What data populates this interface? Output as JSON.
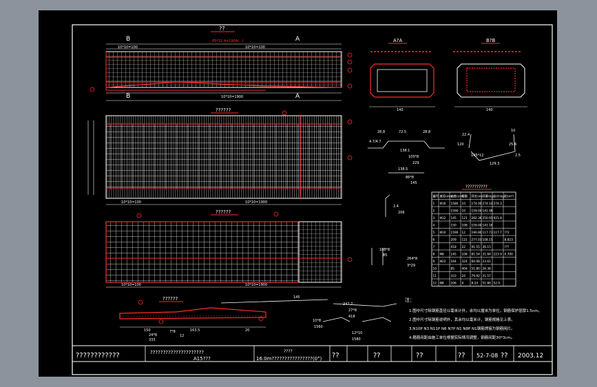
{
  "colors": {
    "background": "#8c939d",
    "sheet": "#000000",
    "line": "#ffffff",
    "rebar": "#ff2d2d",
    "frame": "#ffffff"
  },
  "elevation": {
    "title": "??",
    "section_mark_b": "B",
    "section_mark_a": "A",
    "top_dim_text": "85*22.4=1904(...)",
    "left_dim": "10*10=100",
    "right_dim": "10*10=100",
    "bottom_dim": "10*10=1900"
  },
  "plan": {
    "title": "??????",
    "left_dim": "10*10=100",
    "right_dim": "10*10=1900"
  },
  "bottom_plan": {
    "title": "??????",
    "left_dim": "10*10=100",
    "right_dim": "10*10=1900"
  },
  "detail": {
    "title": "??????",
    "dims": [
      "150",
      "24*8",
      "333",
      "7*8",
      "163.5",
      "20",
      "12"
    ]
  },
  "section_aa": {
    "title": "A?A",
    "width": "140"
  },
  "section_bb": {
    "title": "B?B",
    "width": "140"
  },
  "bar_shapes": [
    {
      "label": "28.8"
    },
    {
      "label": "72.5"
    },
    {
      "label": "28.8"
    },
    {
      "label": "4.7/4.7"
    },
    {
      "label": "138.1"
    },
    {
      "label": "105*8"
    },
    {
      "label": "229"
    },
    {
      "label": "138.5"
    },
    {
      "label": "86*8"
    },
    {
      "label": "145"
    },
    {
      "label": "22.4"
    },
    {
      "label": "10"
    },
    {
      "label": "120"
    },
    {
      "label": "25.6"
    },
    {
      "label": "2.5"
    },
    {
      "label": "129.3"
    },
    {
      "label": "105*12"
    },
    {
      "label": "2.4"
    },
    {
      "label": "206"
    },
    {
      "label": "108*8"
    },
    {
      "label": "85"
    },
    {
      "label": "264*8"
    },
    {
      "label": "3*29"
    },
    {
      "label": "145"
    },
    {
      "label": "247.7"
    },
    {
      "label": "27*8"
    },
    {
      "label": "418"
    },
    {
      "label": "10*8"
    },
    {
      "label": "1560"
    },
    {
      "label": "12*10"
    },
    {
      "label": "1580"
    }
  ],
  "table": {
    "title": "??????????",
    "headers": [
      "编号",
      "直径(mm)",
      "长度(cm)",
      "根数",
      "共长(m)",
      "共重(kg)",
      "合计(kg)",
      "砼(m³)"
    ],
    "rows": [
      [
        "1",
        "Φ16",
        "1580",
        "10",
        "174.00",
        "274.14",
        "274.3",
        ""
      ],
      [
        "2",
        "",
        "1590",
        "10",
        "159.00",
        "141.96",
        "",
        ""
      ],
      [
        "3",
        "Φ12",
        "145",
        "121",
        "282.36",
        "250.91",
        "921.8",
        ""
      ],
      [
        "4",
        "",
        "150",
        "108",
        "159.00",
        "141.16",
        "",
        ""
      ],
      [
        "5",
        "Φ10",
        "1590",
        "12",
        "190.80",
        "117.73",
        "117.7",
        "??2"
      ],
      [
        "6",
        "",
        "209",
        "121",
        "277.01",
        "108.15",
        "",
        "8.823"
      ],
      [
        "7",
        "",
        "418",
        "22",
        "91.55",
        "36.15",
        "",
        "???"
      ],
      [
        "8",
        "Φ8",
        "145",
        "108",
        "81.54",
        "31.84",
        "223.9",
        "0.700"
      ],
      [
        "9",
        "Φ22",
        "164",
        "324",
        "60.08",
        "23.61",
        "",
        ""
      ],
      [
        "10",
        "",
        "85",
        "404",
        "51.80",
        "26.36",
        "",
        ""
      ],
      [
        "11",
        "",
        "333",
        "24",
        "79.92",
        "31.57",
        "",
        ""
      ],
      [
        "12",
        "Φ8",
        "206",
        "4",
        "8.24",
        "51.80",
        "52.0",
        ""
      ]
    ]
  },
  "notes": {
    "heading": "注：",
    "lines": [
      "1.图中尺寸除钢筋直径以毫米计外，余均以厘米为单位，钢筋保护层厚1.5cm。",
      "2.图中尺寸除钢筋说明外，其余均以毫米计，钢筋规格见上表。",
      "3.N10P N3 N11P N6 N7P N1 N8P N1钢筋焊接为钢筋网片。",
      "4.箍筋间距由施工单位根据实际情况调整，钢筋间距30*3cm。"
    ]
  },
  "title_block": {
    "cell1": "????????????",
    "cell2": "?????????????????????",
    "cell2b": "A15???",
    "cell3": "????",
    "cell3b": "16.0m????????????????(0°)",
    "cell4": "??",
    "cell5": "??",
    "cell6": "??",
    "cell7": "??",
    "drawing_no": "52-7-08",
    "cell8": "??",
    "date": "2003.12"
  }
}
